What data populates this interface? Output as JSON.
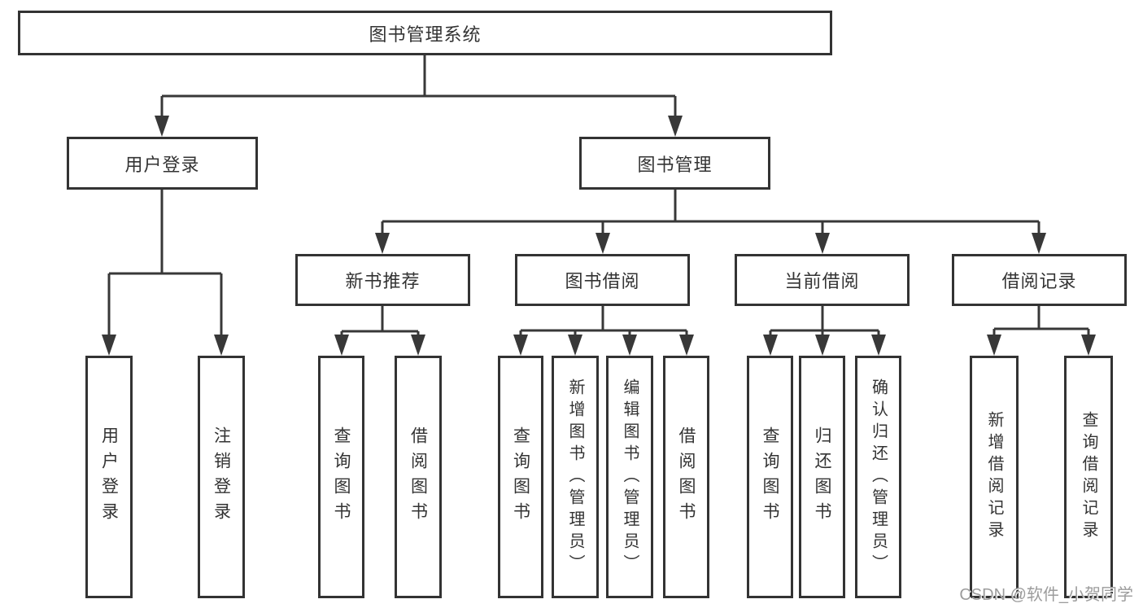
{
  "tree": {
    "label": "图书管理系统",
    "children": [
      {
        "label": "用户登录",
        "children": [
          {
            "label": "用户登录"
          },
          {
            "label": "注销登录"
          }
        ]
      },
      {
        "label": "图书管理",
        "children": [
          {
            "label": "新书推荐",
            "children": [
              {
                "label": "查询图书"
              },
              {
                "label": "借阅图书"
              }
            ]
          },
          {
            "label": "图书借阅",
            "children": [
              {
                "label": "查询图书"
              },
              {
                "label": "新增图书（管理员）"
              },
              {
                "label": "编辑图书（管理员）"
              },
              {
                "label": "借阅图书"
              }
            ]
          },
          {
            "label": "当前借阅",
            "children": [
              {
                "label": "查询图书"
              },
              {
                "label": "归还图书"
              },
              {
                "label": "确认归还（管理员）"
              }
            ]
          },
          {
            "label": "借阅记录",
            "children": [
              {
                "label": "新增借阅记录"
              },
              {
                "label": "查询借阅记录"
              }
            ]
          }
        ]
      }
    ]
  },
  "watermark": {
    "text": "CSDN @软件_小贺同学"
  },
  "colors": {
    "line": "#383838",
    "box_border": "#333333",
    "text": "#333333",
    "watermark": "#9c9c9c",
    "background": "#ffffff"
  }
}
